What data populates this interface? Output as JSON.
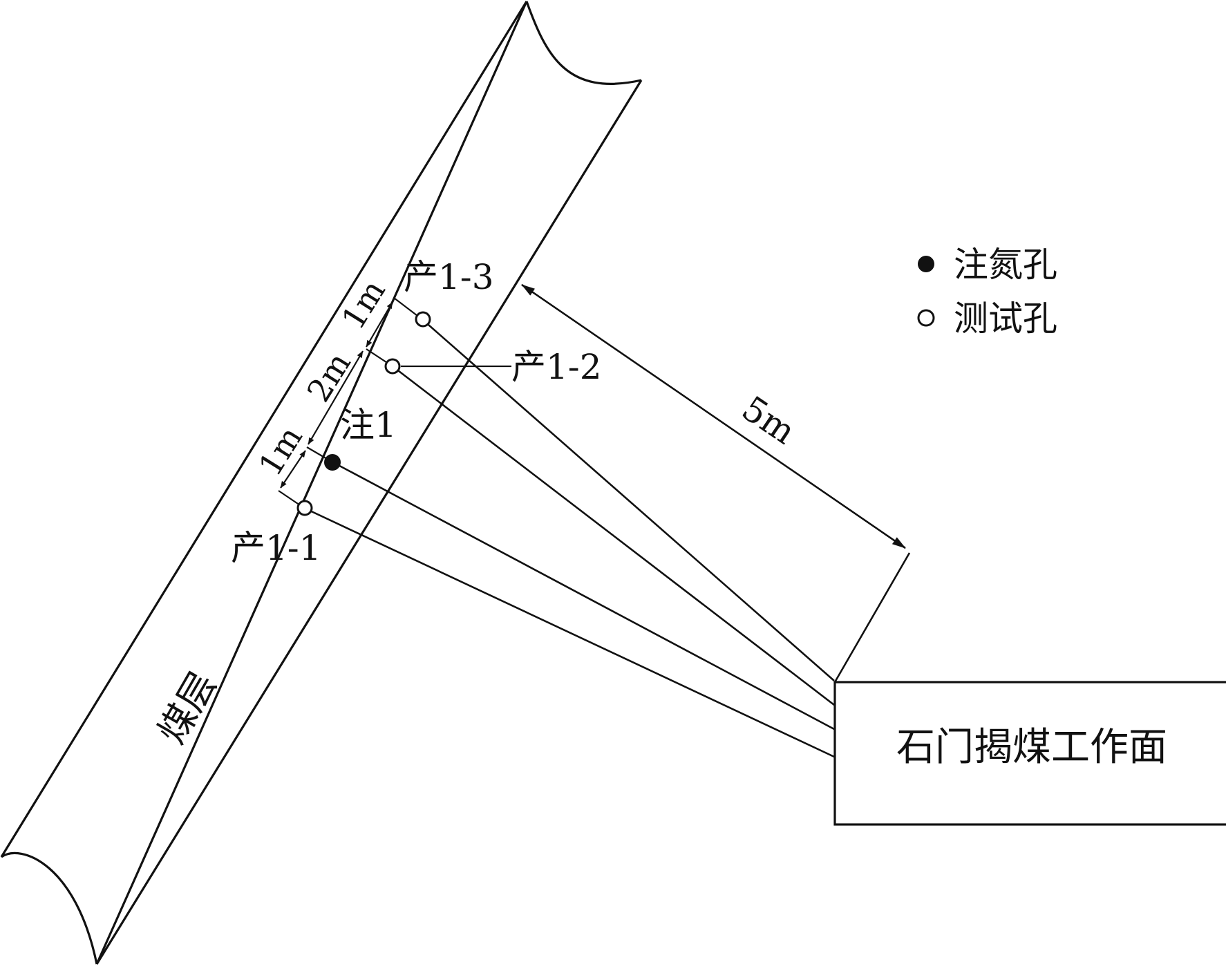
{
  "diagram": {
    "seam_label": "煤层",
    "workface_label": "石门揭煤工作面",
    "distance_label": "5m",
    "spacing_labels": {
      "upper_1m": "1m",
      "middle_2m": "2m",
      "lower_1m": "1m"
    },
    "holes": {
      "chan_1_3": "产1-3",
      "chan_1_2": "产1-2",
      "zhu_1": "注1",
      "chan_1_1": "产1-1"
    },
    "legend": {
      "filled": "注氮孔",
      "open": "测试孔"
    }
  }
}
